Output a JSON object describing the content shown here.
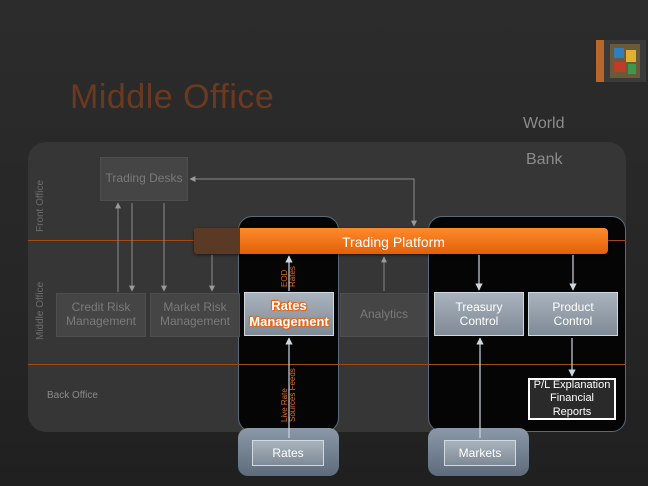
{
  "title": "Middle Office",
  "org": [
    "World",
    "Bank"
  ],
  "rows": {
    "front": "Front Office",
    "middle": "Middle Office",
    "back": "Back Office"
  },
  "boxes": {
    "trading_desks": "Trading Desks",
    "credit_risk": [
      "Credit Risk",
      "Management"
    ],
    "market_risk": [
      "Market Risk",
      "Management"
    ],
    "rates_management": [
      "Rates",
      "Management"
    ],
    "analytics": "Analytics",
    "treasury_control": [
      "Treasury",
      "Control"
    ],
    "product_control": [
      "Product",
      "Control"
    ],
    "pl_explanation": [
      "P/L Explanation",
      "Financial Reports"
    ],
    "rates": "Rates",
    "markets": "Markets"
  },
  "platform": "Trading Platform",
  "arrow_labels": {
    "eod_rates": [
      "EOD",
      "Rates"
    ],
    "live_rate": [
      "Live Rate",
      "Sources Feeds"
    ]
  },
  "colors": {
    "accent_orange": "#e8650e",
    "title_brown": "#6b3a1e",
    "steel": "#8f9ba7"
  }
}
